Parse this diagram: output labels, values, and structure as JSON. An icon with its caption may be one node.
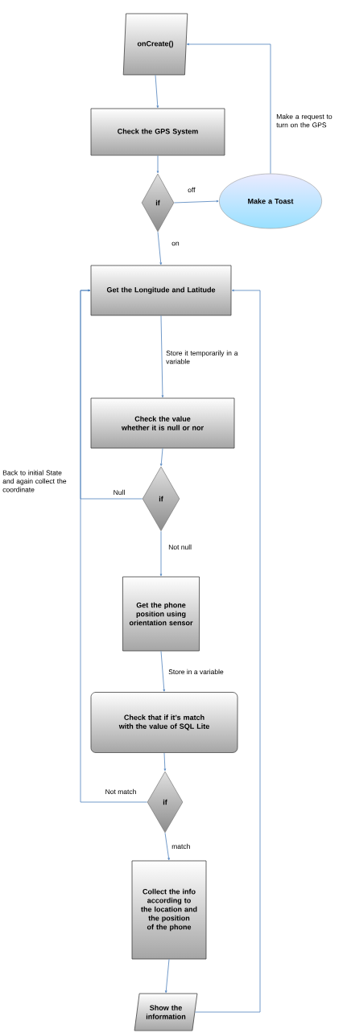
{
  "diagram": {
    "nodes": [
      {
        "text": [
          "onCreate()"
        ]
      },
      {
        "text": [
          "Check the GPS System"
        ]
      },
      {
        "text": [
          "if"
        ]
      },
      {
        "text": [
          "Make a Toast"
        ]
      },
      {
        "text": [
          "Get the Longitude and Latitude"
        ]
      },
      {
        "text": [
          "Check the value whether it is null or nor"
        ]
      },
      {
        "text": [
          "if"
        ]
      },
      {
        "text": [
          "Get the phone position using orientation sensor"
        ]
      },
      {
        "text": [
          "Check that if it’s match with the value of SQL Lite"
        ]
      },
      {
        "text": [
          "if"
        ]
      },
      {
        "text": [
          "Collect the info according to the location and the position of the phone"
        ]
      },
      {
        "text": [
          "Show the information"
        ]
      }
    ],
    "edges": [
      {
        "from": 0,
        "to": 1,
        "arrow": "to"
      },
      {
        "from": 1,
        "to": 2,
        "arrow": "to"
      },
      {
        "from": 2,
        "to": 3,
        "arrow": "to",
        "label": "off"
      },
      {
        "from": 2,
        "to": 4,
        "arrow": "to",
        "label": "on"
      },
      {
        "from": 3,
        "to": 0,
        "arrow": "to",
        "label": "Make a request to turn on the GPS"
      },
      {
        "from": 4,
        "to": 5,
        "arrow": "to",
        "label": "Store it temporarily in a variable"
      },
      {
        "from": 5,
        "to": 6,
        "arrow": "to"
      },
      {
        "from": 6,
        "to": 4,
        "arrow": "to",
        "label": "Null"
      },
      {
        "from": 6,
        "to": 7,
        "arrow": "to",
        "label": "Not null"
      },
      {
        "from": 7,
        "to": 8,
        "arrow": "to",
        "label": "Store in a variable"
      },
      {
        "from": 8,
        "to": 9,
        "arrow": "to"
      },
      {
        "from": 9,
        "to": 4,
        "arrow": "to",
        "label": "Not match"
      },
      {
        "from": 9,
        "to": 10,
        "arrow": "to",
        "label": "match"
      },
      {
        "from": 10,
        "to": 11,
        "arrow": "to"
      },
      {
        "from": 11,
        "to": 4,
        "arrow": "to"
      }
    ],
    "labels": [
      "Back to initial State and again collect the coordinate"
    ]
  }
}
